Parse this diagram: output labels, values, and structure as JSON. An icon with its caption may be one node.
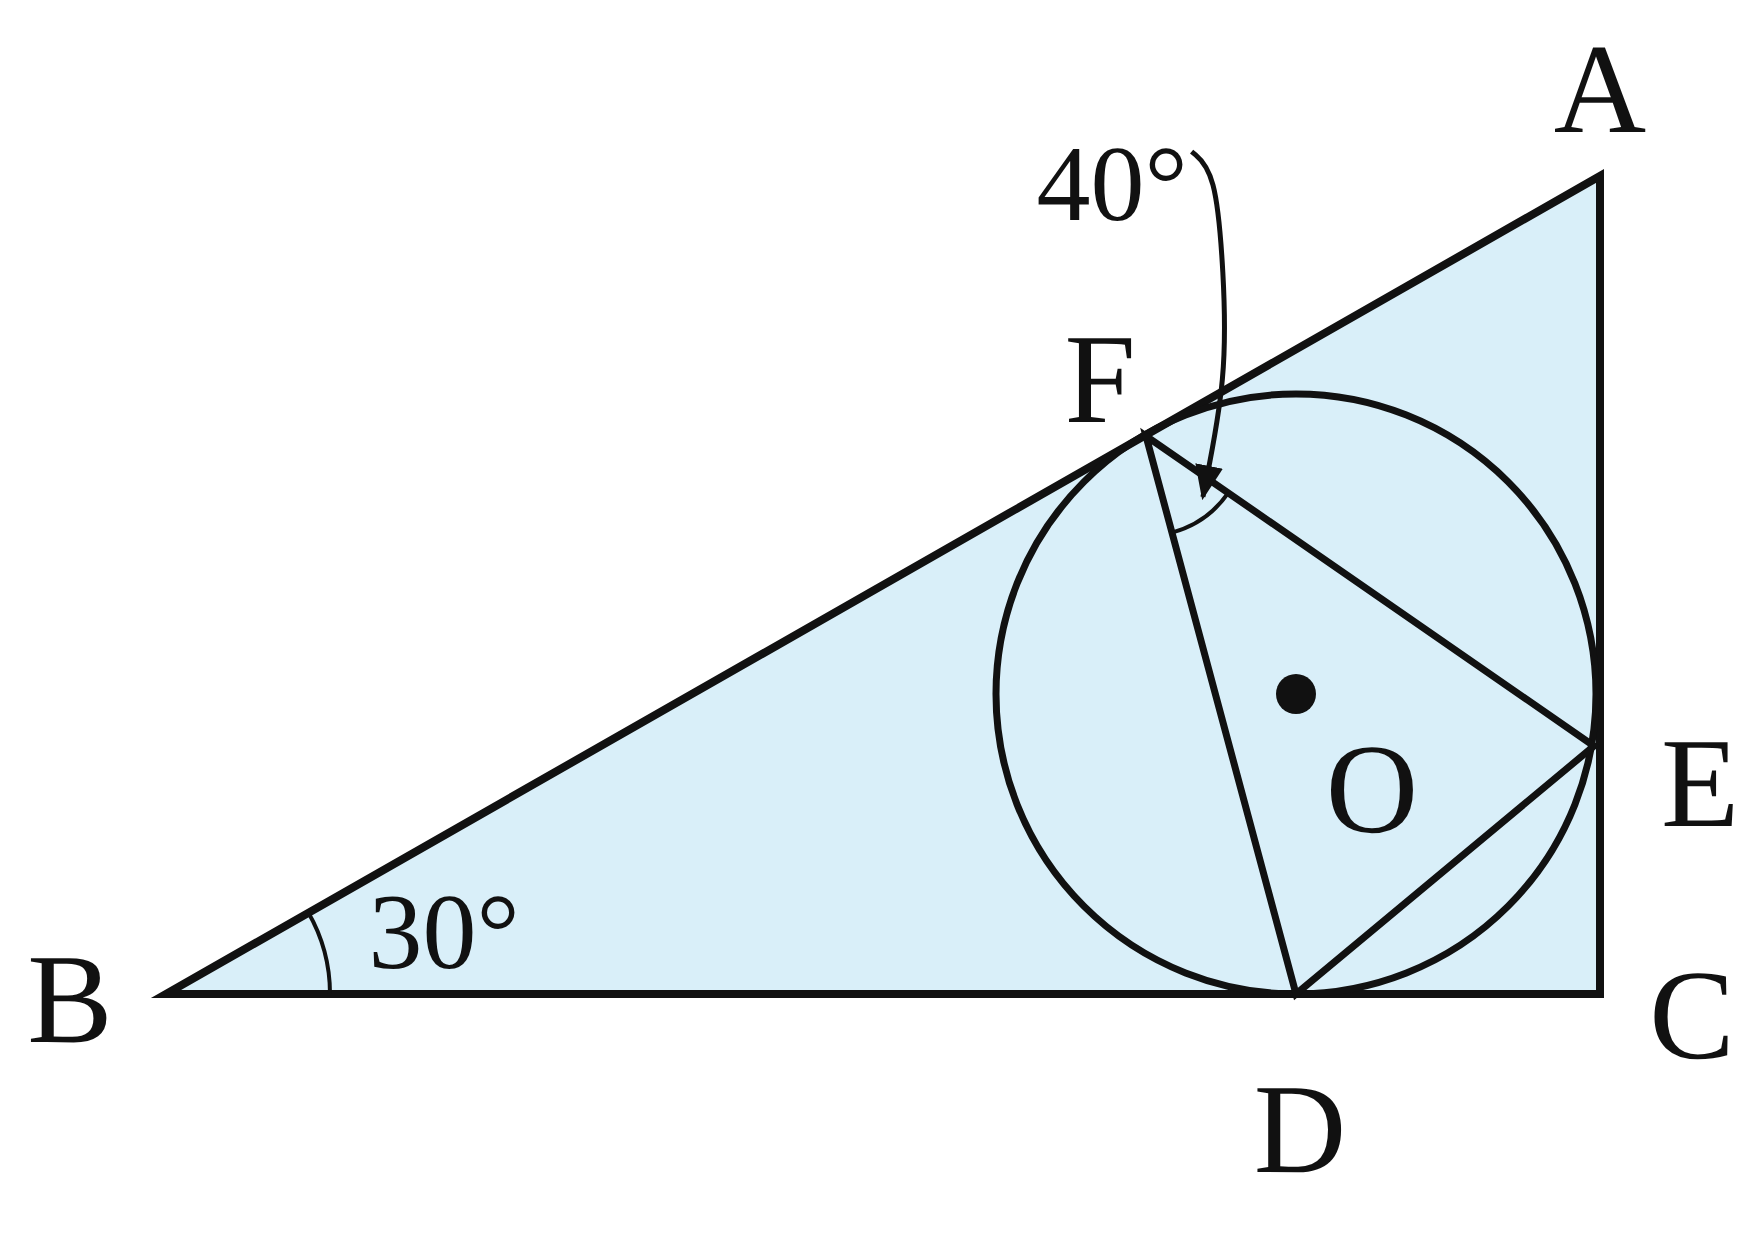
{
  "diagram": {
    "nodes": [
      {
        "text": [
          "40°"
        ]
      },
      {
        "text": [],
        "shape": "arc"
      }
    ],
    "edges": [
      {
        "from": 0,
        "to": 1,
        "arrow": "to"
      }
    ],
    "labels": [
      "A",
      "F",
      "O",
      "E",
      "B",
      "30°",
      "C",
      "D"
    ]
  }
}
